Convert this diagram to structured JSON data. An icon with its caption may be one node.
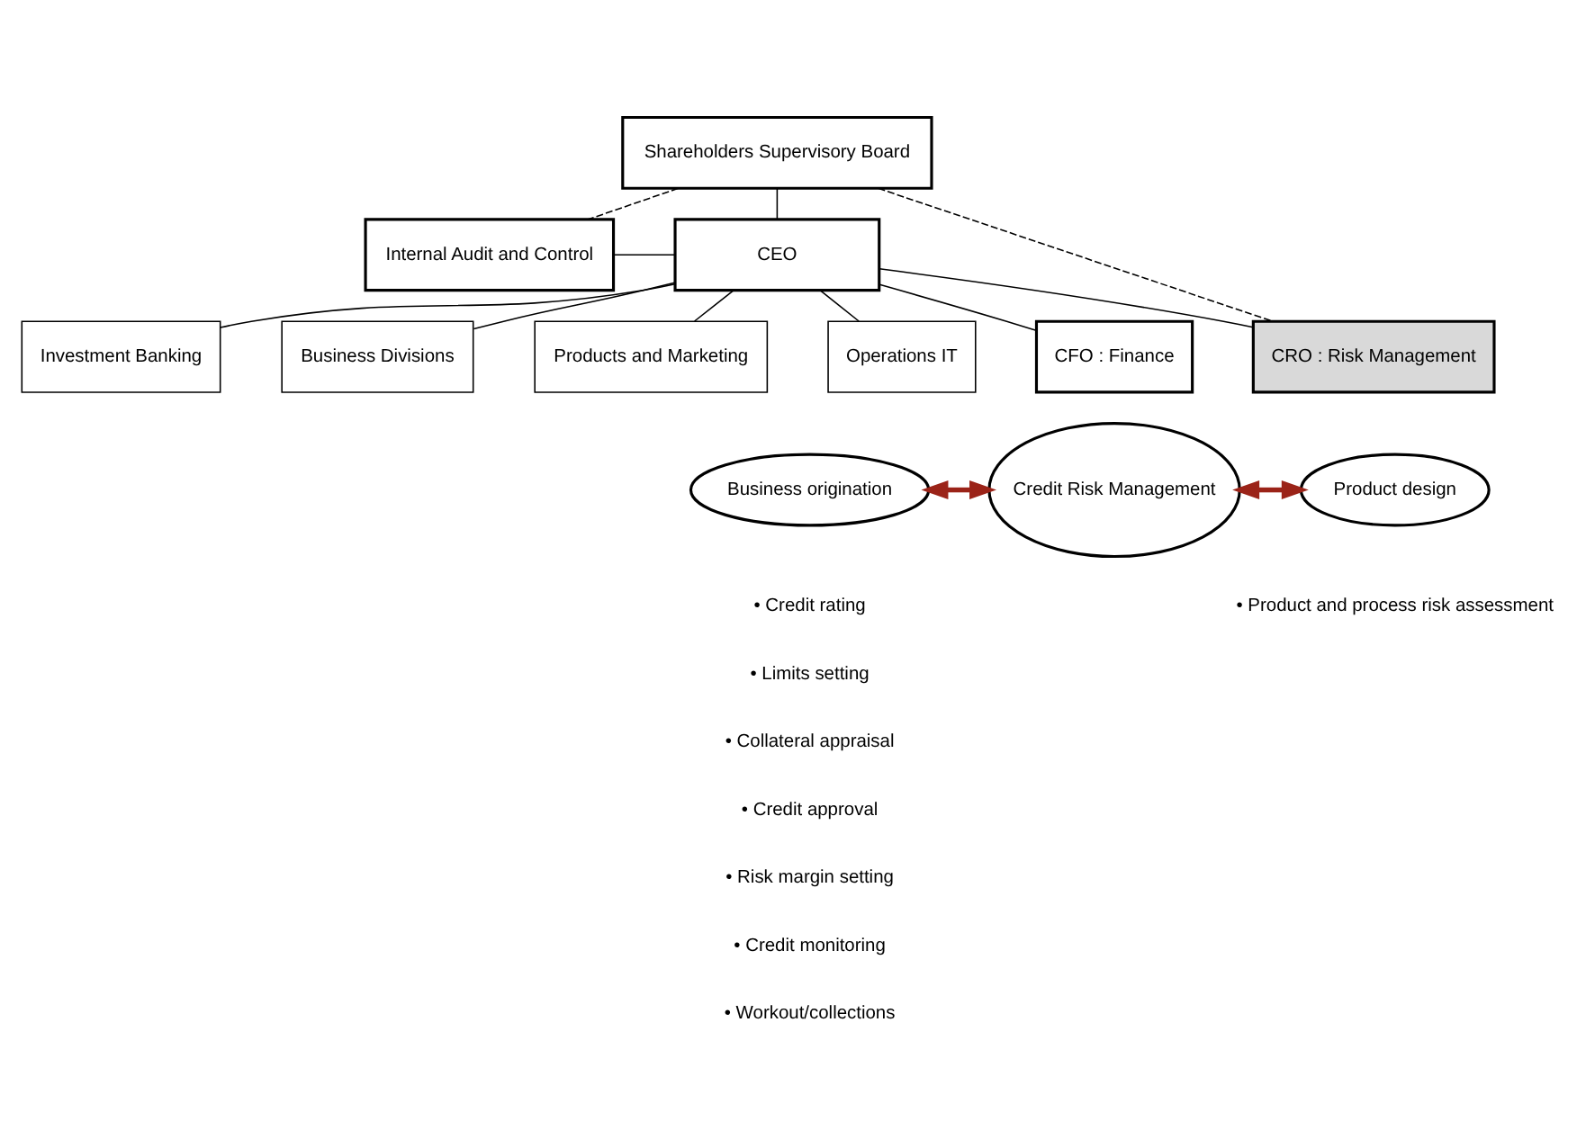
{
  "diagram": {
    "nodes": [
      {
        "text": [
          "Shareholders Supervisory Board"
        ]
      },
      {
        "text": [
          "Internal Audit and Control"
        ]
      },
      {
        "text": [
          "CEO"
        ]
      },
      {
        "text": [
          "Investment Banking"
        ]
      },
      {
        "text": [
          "Business Divisions"
        ]
      },
      {
        "text": [
          "Products and Marketing"
        ]
      },
      {
        "text": [
          "Operations IT"
        ]
      },
      {
        "text": [
          "CFO : Finance"
        ]
      },
      {
        "text": [
          "CRO : Risk Management"
        ]
      },
      {
        "text": [
          "Business origination"
        ]
      },
      {
        "text": [
          "Credit Risk Management"
        ]
      },
      {
        "text": [
          "Product design"
        ]
      }
    ],
    "edges": [
      {
        "from": 0,
        "to": 2,
        "arrow": "none"
      },
      {
        "from": 1,
        "to": 2,
        "arrow": "none"
      },
      {
        "from": 0,
        "to": 1,
        "arrow": "none",
        "style": "dashed"
      },
      {
        "from": 0,
        "to": 8,
        "arrow": "none",
        "style": "dashed"
      },
      {
        "from": 2,
        "to": 3,
        "arrow": "none"
      },
      {
        "from": 2,
        "to": 4,
        "arrow": "none"
      },
      {
        "from": 2,
        "to": 5,
        "arrow": "none"
      },
      {
        "from": 2,
        "to": 6,
        "arrow": "none"
      },
      {
        "from": 2,
        "to": 7,
        "arrow": "none"
      },
      {
        "from": 2,
        "to": 8,
        "arrow": "none"
      },
      {
        "from": 9,
        "to": 10,
        "arrow": "both",
        "style": "thick",
        "color": "#9b2318"
      },
      {
        "from": 10,
        "to": 11,
        "arrow": "both",
        "style": "thick",
        "color": "#9b2318"
      }
    ],
    "labels": [
      "• Credit rating",
      "• Product and process risk assessment",
      "• Limits setting",
      "• Collateral appraisal",
      "• Credit approval",
      "• Risk margin setting",
      "• Credit monitoring",
      "• Workout/collections"
    ]
  }
}
